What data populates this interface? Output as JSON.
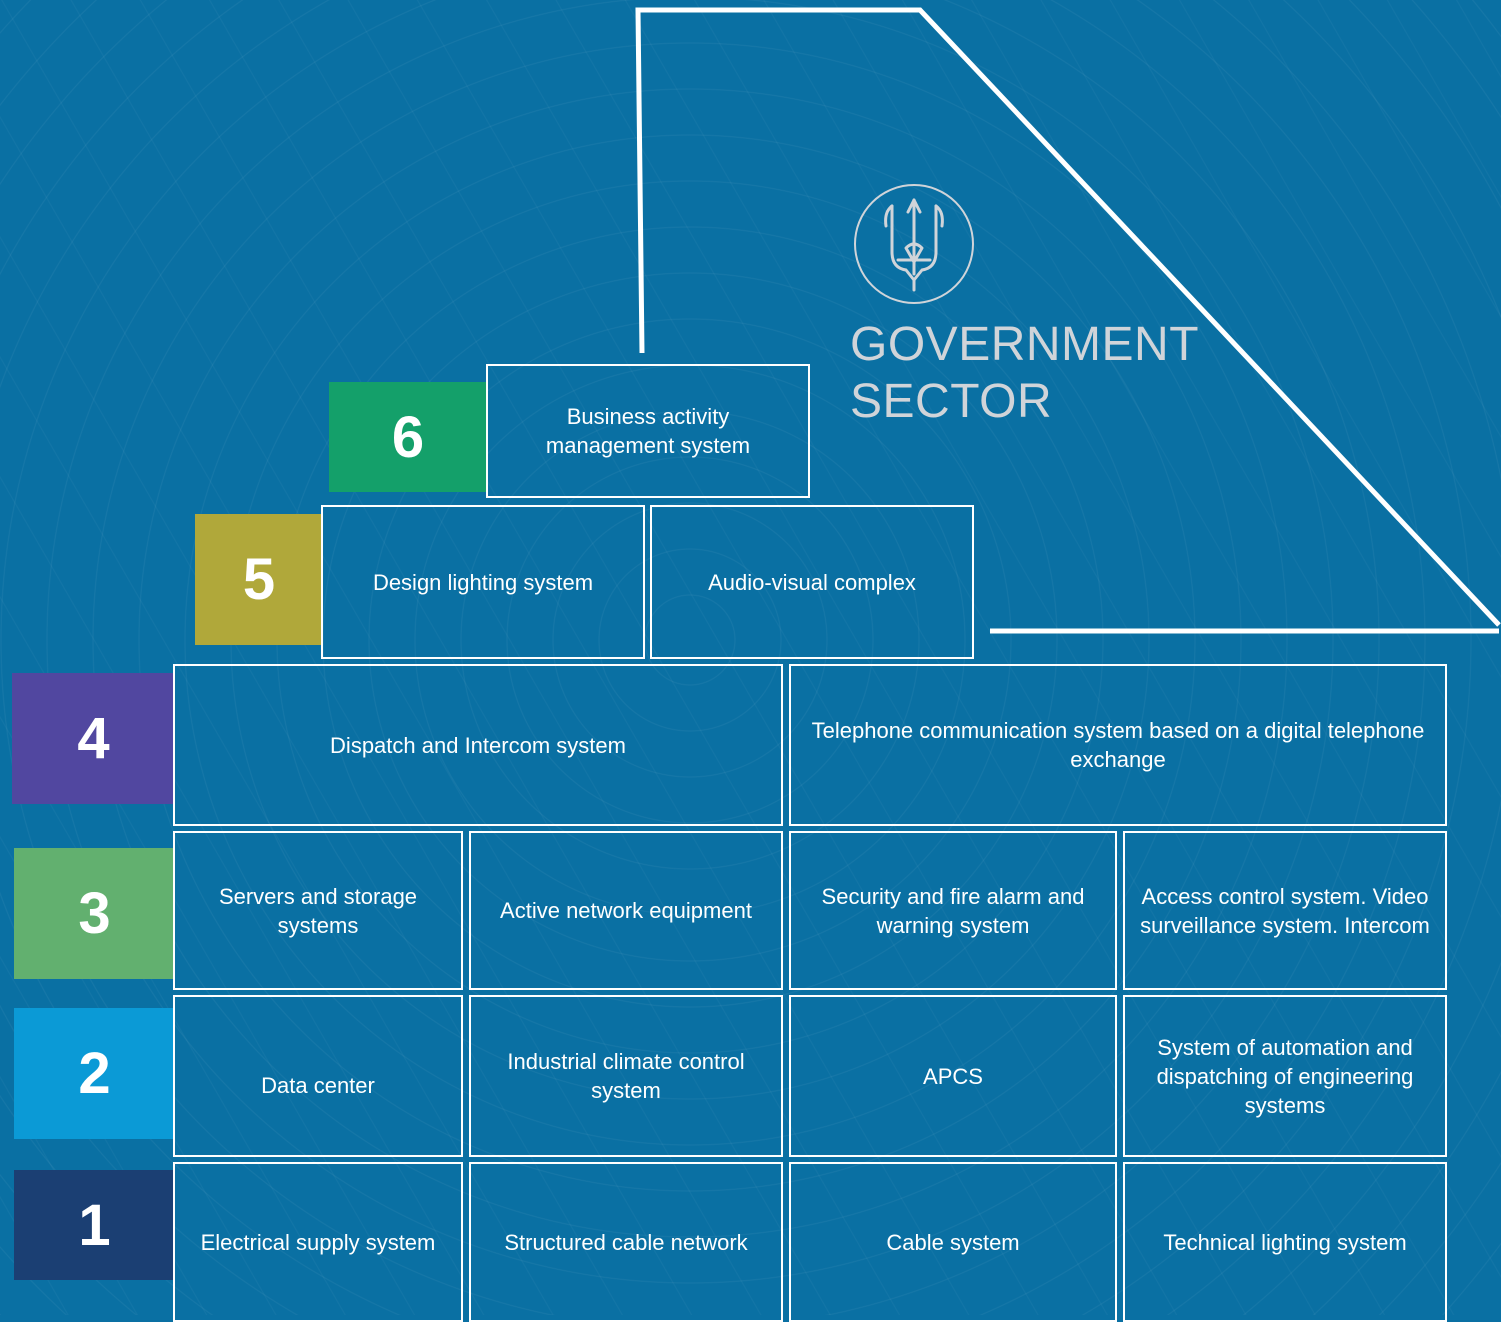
{
  "brand": {
    "emblem_icon": "trident-emblem-icon",
    "line1": "GOVERNMENT",
    "line2": "SECTOR"
  },
  "levels": [
    {
      "number": "1",
      "color": "#1b3f73"
    },
    {
      "number": "2",
      "color": "#0b9ad6"
    },
    {
      "number": "3",
      "color": "#62b06f"
    },
    {
      "number": "4",
      "color": "#5147a0"
    },
    {
      "number": "5",
      "color": "#b0a83a"
    },
    {
      "number": "6",
      "color": "#14a06a"
    }
  ],
  "tiers": {
    "level6": [
      "Business activity management system"
    ],
    "level5": [
      "Design lighting system",
      "Audio-visual complex"
    ],
    "level4": [
      "Dispatch and Intercom system",
      "Telephone communication system based on a digital telephone exchange"
    ],
    "level3": [
      "Servers and storage systems",
      "Active network equipment",
      "Security and fire alarm and warning system",
      "Access control system. Video surveillance system. Intercom"
    ],
    "level2": [
      "Data center",
      "Industrial climate control system",
      "APCS",
      "System of automation and dispatching of engineering systems"
    ],
    "level1": [
      "Electrical supply system",
      "Structured cable network",
      "Cable system",
      "Technical lighting system"
    ]
  },
  "colors": {
    "background": "#0a70a3",
    "lines": "#ffffff",
    "brand_text": "#d0d4d9"
  }
}
